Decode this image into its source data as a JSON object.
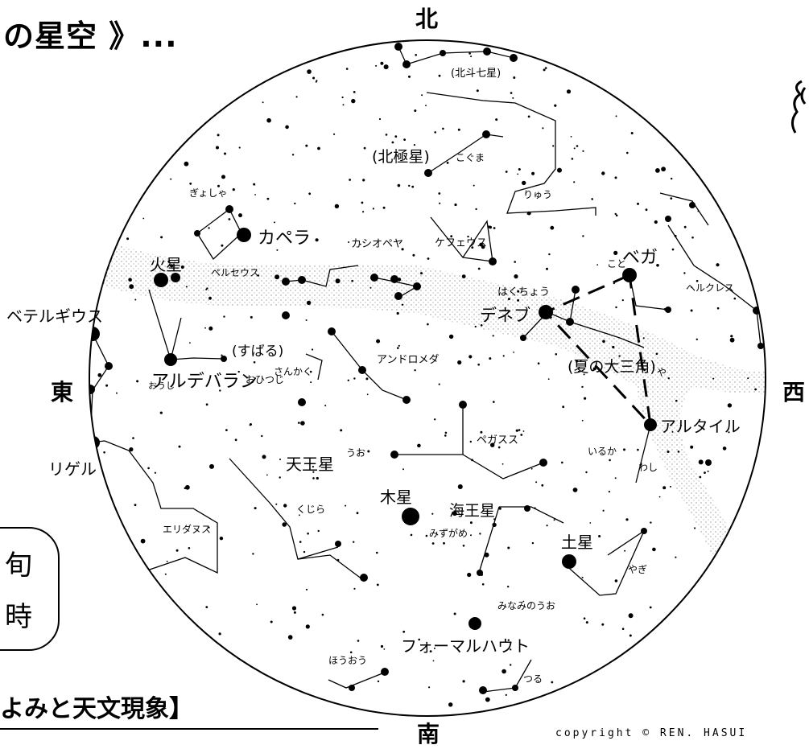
{
  "header": {
    "title": "の星空 》..."
  },
  "section_heading": "よみと天文現象】",
  "side_box": {
    "line1": "旬",
    "line2": "時"
  },
  "copyright": "copyright © REN. HASUI",
  "directions": {
    "north": "北",
    "south": "南",
    "east": "東",
    "west": "西"
  },
  "labels": {
    "hokuto": "(北斗七星)",
    "hokkyokusei": "(北極星)",
    "kogumа": "こぐま",
    "ryu": "りゅう",
    "gyosha": "ぎょしゃ",
    "capella": "カペラ",
    "cassiopeia": "カシオペヤ",
    "cepheus": "ケフェウス",
    "kasei": "火星",
    "perseus": "ペルセウス",
    "koto": "こと",
    "vega": "ベガ",
    "hercules": "ヘルクレス",
    "hakucho": "はくちょう",
    "betelgeuse": "ベテルギウス",
    "deneb": "デネブ",
    "subaru": "(すばる)",
    "andromeda": "アンドロメダ",
    "sankaku": "さんかく",
    "summer_triangle": "(夏の大三角)",
    "aldebaran": "アルデバラン",
    "ya": "や",
    "oushi": "おうし",
    "ohitsuji": "おひつじ",
    "altair": "アルタイル",
    "pegasus": "ペガスス",
    "iruka": "いるか",
    "rigel": "リゲル",
    "tennousei": "天王星",
    "uo": "うお",
    "washi": "わし",
    "mokusei": "木星",
    "kaiousei": "海王星",
    "kujira": "くじら",
    "eridanus": "エリダヌス",
    "mizugame": "みずがめ",
    "dosei": "土星",
    "yagi": "やぎ",
    "minaminouo": "みなみのうお",
    "fomalhaut": "フォーマルハウト",
    "houou": "ほうおう",
    "tsuru": "つる"
  },
  "colors": {
    "ink": "#000000",
    "paper": "#ffffff",
    "milkyway": "#8a8a8a"
  }
}
